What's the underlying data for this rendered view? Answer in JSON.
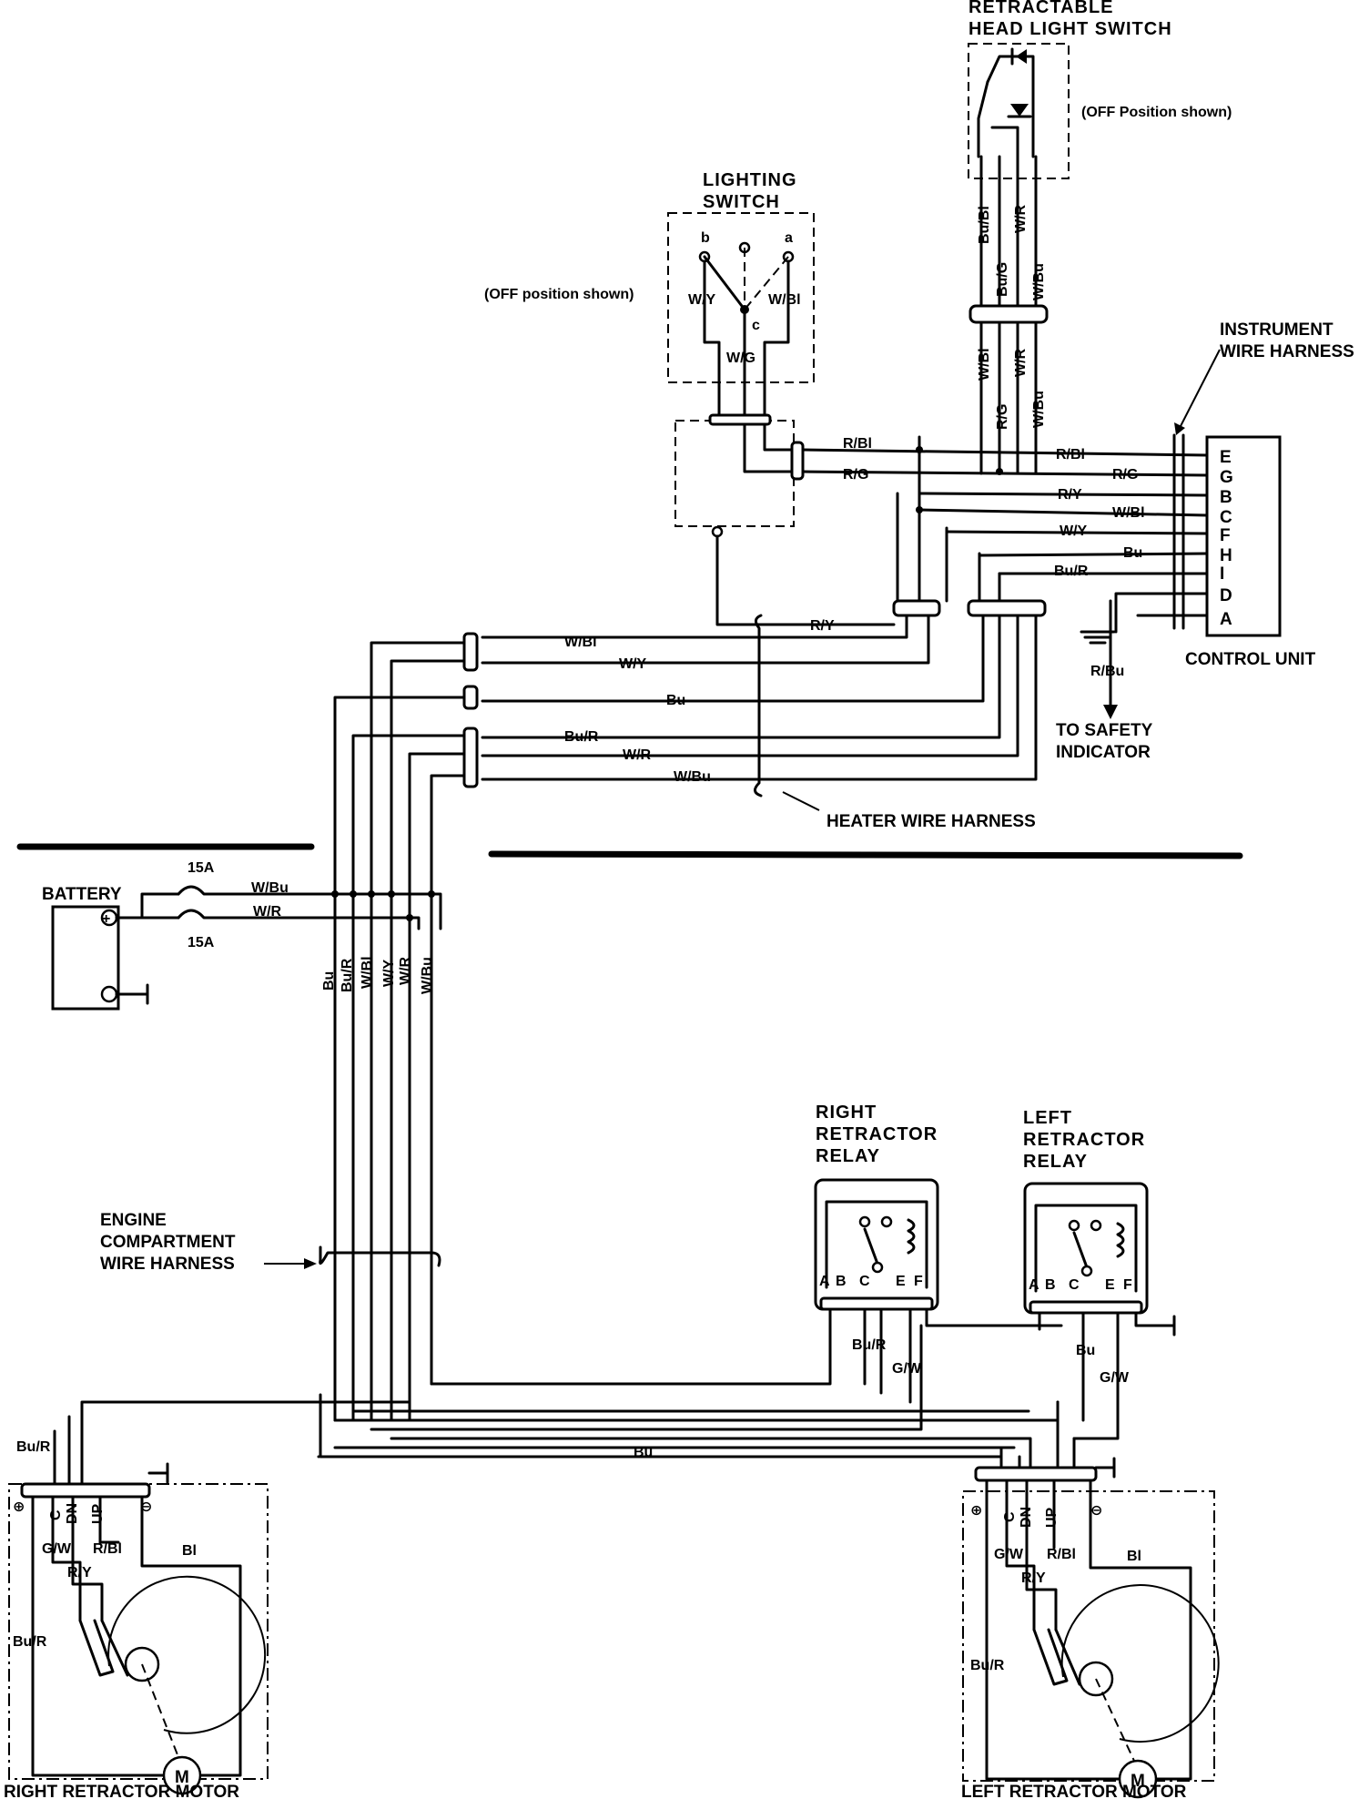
{
  "components": {
    "retractable_switch": {
      "line1": "RETRACTABLE",
      "line2": "HEAD LIGHT SWITCH",
      "note": "(OFF Position shown)"
    },
    "lighting_switch": {
      "line1": "LIGHTING",
      "line2": "SWITCH",
      "note": "(OFF position shown)",
      "term_b": "b",
      "term_a": "a",
      "term_c": "c"
    },
    "instrument_harness": {
      "line1": "INSTRUMENT",
      "line2": "WIRE HARNESS"
    },
    "control_unit": {
      "label": "CONTROL UNIT",
      "terminals": [
        "E",
        "G",
        "B",
        "C",
        "F",
        "H",
        "I",
        "D",
        "A"
      ]
    },
    "safety": {
      "line1": "TO SAFETY",
      "line2": "INDICATOR"
    },
    "heater_harness": {
      "label": "HEATER WIRE HARNESS"
    },
    "battery": {
      "label": "BATTERY",
      "fuse1": "15A",
      "fuse2": "15A"
    },
    "engine_harness": {
      "line1": "ENGINE",
      "line2": "COMPARTMENT",
      "line3": "WIRE HARNESS"
    },
    "right_relay": {
      "line1": "RIGHT",
      "line2": "RETRACTOR",
      "line3": "RELAY",
      "terminals": [
        "A",
        "B",
        "C",
        "E",
        "F"
      ]
    },
    "left_relay": {
      "line1": "LEFT",
      "line2": "RETRACTOR",
      "line3": "RELAY",
      "terminals": [
        "A",
        "B",
        "C",
        "E",
        "F"
      ]
    },
    "right_motor": {
      "label": "RIGHT RETRACTOR MOTOR",
      "motor": "M",
      "plus": "⊕",
      "minus": "⊖",
      "pins": [
        "C",
        "DN",
        "UP"
      ]
    },
    "left_motor": {
      "label": "LEFT RETRACTOR MOTOR",
      "motor": "M",
      "plus": "⊕",
      "minus": "⊖",
      "pins": [
        "C",
        "DN",
        "UP"
      ]
    }
  },
  "wires": {
    "bu_bl": "Bu/Bl",
    "w_r": "W/R",
    "bu_g": "Bu/G",
    "w_bu": "W/Bu",
    "w_bl": "W/Bl",
    "r_g": "R/G",
    "r_bl": "R/Bl",
    "r_y": "R/Y",
    "w_y": "W/Y",
    "bu": "Bu",
    "bu_r": "Bu/R",
    "w_g": "W/G",
    "r_bu": "R/Bu",
    "g_w": "G/W",
    "bl": "Bl"
  }
}
